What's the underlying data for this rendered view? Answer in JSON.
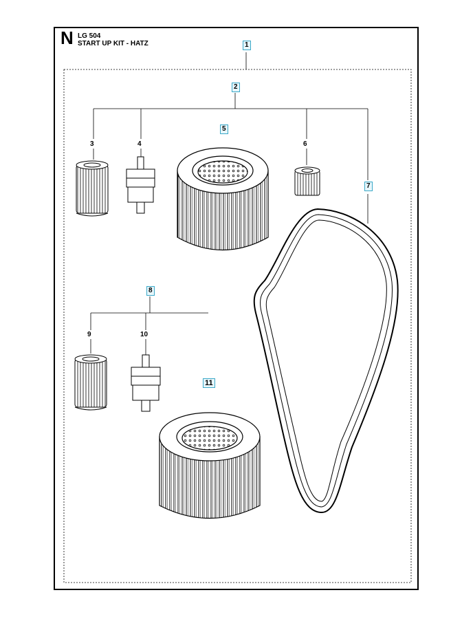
{
  "header": {
    "section_letter": "N",
    "model": "LG 504",
    "kit_title": "START UP KIT - HATZ"
  },
  "callouts": {
    "c1": "1",
    "c2": "2",
    "c3": "3",
    "c4": "4",
    "c5": "5",
    "c6": "6",
    "c7": "7",
    "c8": "8",
    "c9": "9",
    "c10": "10",
    "c11": "11"
  },
  "colors": {
    "line": "#000000",
    "callout_box_border": "#3aa8c8",
    "callout_box_fill": "#e6f6fb"
  }
}
